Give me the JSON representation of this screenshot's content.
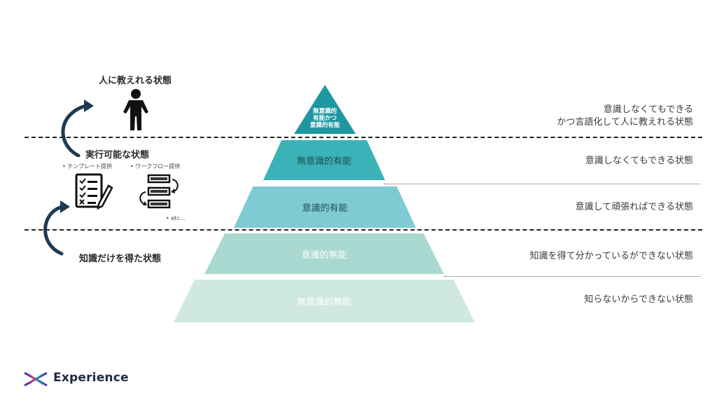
{
  "pyramid": {
    "top": [
      "無意識的",
      "有能かつ",
      "意識的有能"
    ],
    "level4": "無意識的有能",
    "level3": "意識的有能",
    "level2": "意識的無能",
    "level1": "無意識的無能"
  },
  "descriptions": {
    "top_line1": "意識しなくてもできる",
    "top_line2": "かつ言語化して人に教えれる状態",
    "level4": "意識しなくてもできる状態",
    "level3": "意識して頑張ればできる状態",
    "level2": "知識を得て分かっているができない状態",
    "level1": "知らないからできない状態"
  },
  "left": {
    "teach_label": "人に教えれる状態",
    "executable_label": "実行可能な状態",
    "template_note": "• テンプレート提供",
    "workflow_note": "• ワークフロー提供",
    "etc": "• etc...",
    "knowledge_label": "知識だけを得た状態"
  },
  "brand": {
    "name": "Experience"
  },
  "icons": {
    "person": "person-icon",
    "checklist": "checklist-icon",
    "workflow": "workflow-icon",
    "arrow": "curved-arrow-icon",
    "logo": "experience-logo-icon"
  },
  "colors": {
    "top": "#1e97a0",
    "level4": "#3bb2b7",
    "level3": "#7fcbd3",
    "level2": "#a9d8d0",
    "level1": "#cfe8e0",
    "arrow": "#1e3a52"
  }
}
